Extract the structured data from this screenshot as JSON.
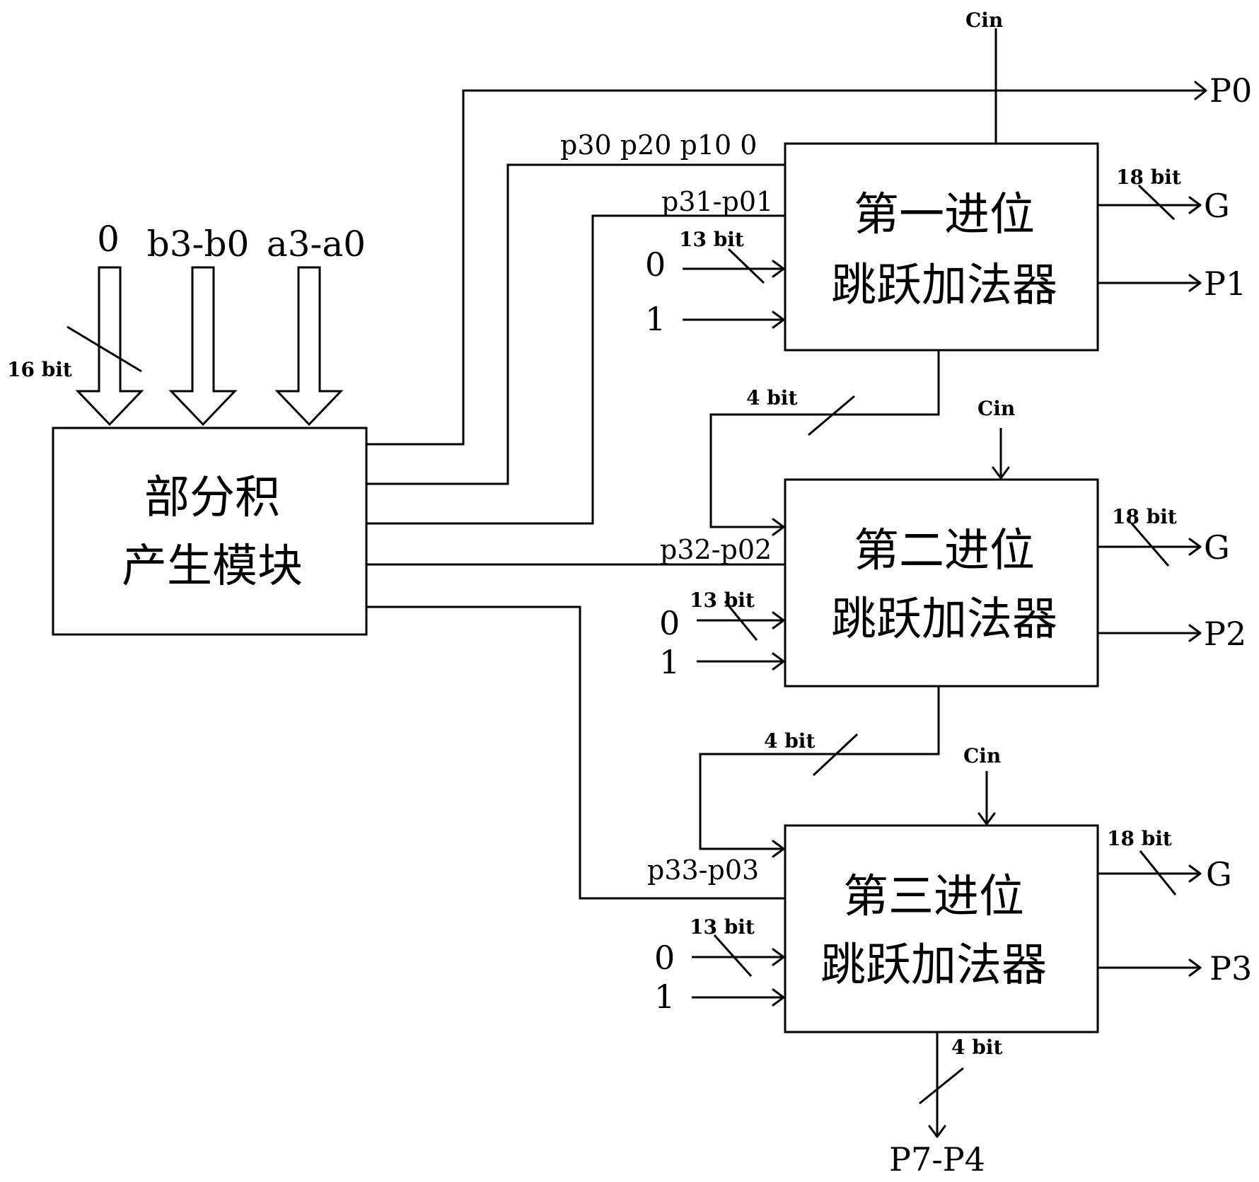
{
  "inputs": {
    "zero": "0",
    "b": "b3-b0",
    "a": "a3-a0",
    "width": "16 bit"
  },
  "ppg": {
    "line1": "部分积",
    "line2": "产生模块"
  },
  "adders": [
    {
      "line1": "第一进位",
      "line2": "跳跃加法器",
      "sig": "p31-p01",
      "in_width": "13 bit",
      "c0": "0",
      "c1": "1",
      "cin": "Cin",
      "g_width": "18 bit",
      "g": "G",
      "p": "P1"
    },
    {
      "line1": "第二进位",
      "line2": "跳跃加法器",
      "sig": "p32-p02",
      "in_width": "13 bit",
      "c0": "0",
      "c1": "1",
      "cin": "Cin",
      "g_width": "18 bit",
      "g": "G",
      "p": "P2"
    },
    {
      "line1": "第三进位",
      "line2": "跳跃加法器",
      "sig": "p33-p03",
      "in_width": "13 bit",
      "c0": "0",
      "c1": "1",
      "cin": "Cin",
      "g_width": "18 bit",
      "g": "G",
      "p": "P3"
    }
  ],
  "top_signals": "p30 p20 p10 0",
  "carry_width": "4 bit",
  "p0": "P0",
  "out_width": "4 bit",
  "out": "P7-P4"
}
